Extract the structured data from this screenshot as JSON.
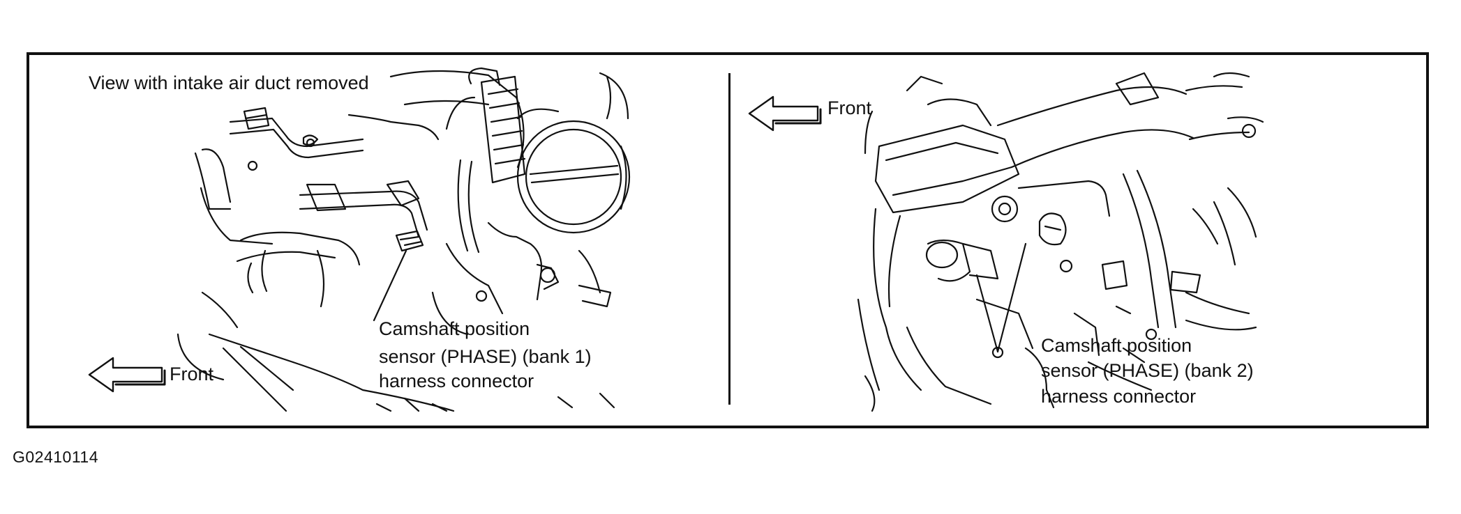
{
  "figure_id": "G02410114",
  "left_panel": {
    "view_note": "View with intake air duct removed",
    "front_label": "Front",
    "sensor_label_lines": [
      "Camshaft position",
      "sensor (PHASE) (bank 1)",
      "harness connector"
    ]
  },
  "right_panel": {
    "front_label": "Front",
    "sensor_label_lines": [
      "Camshaft position",
      "sensor (PHASE) (bank 2)",
      "harness connector"
    ]
  }
}
